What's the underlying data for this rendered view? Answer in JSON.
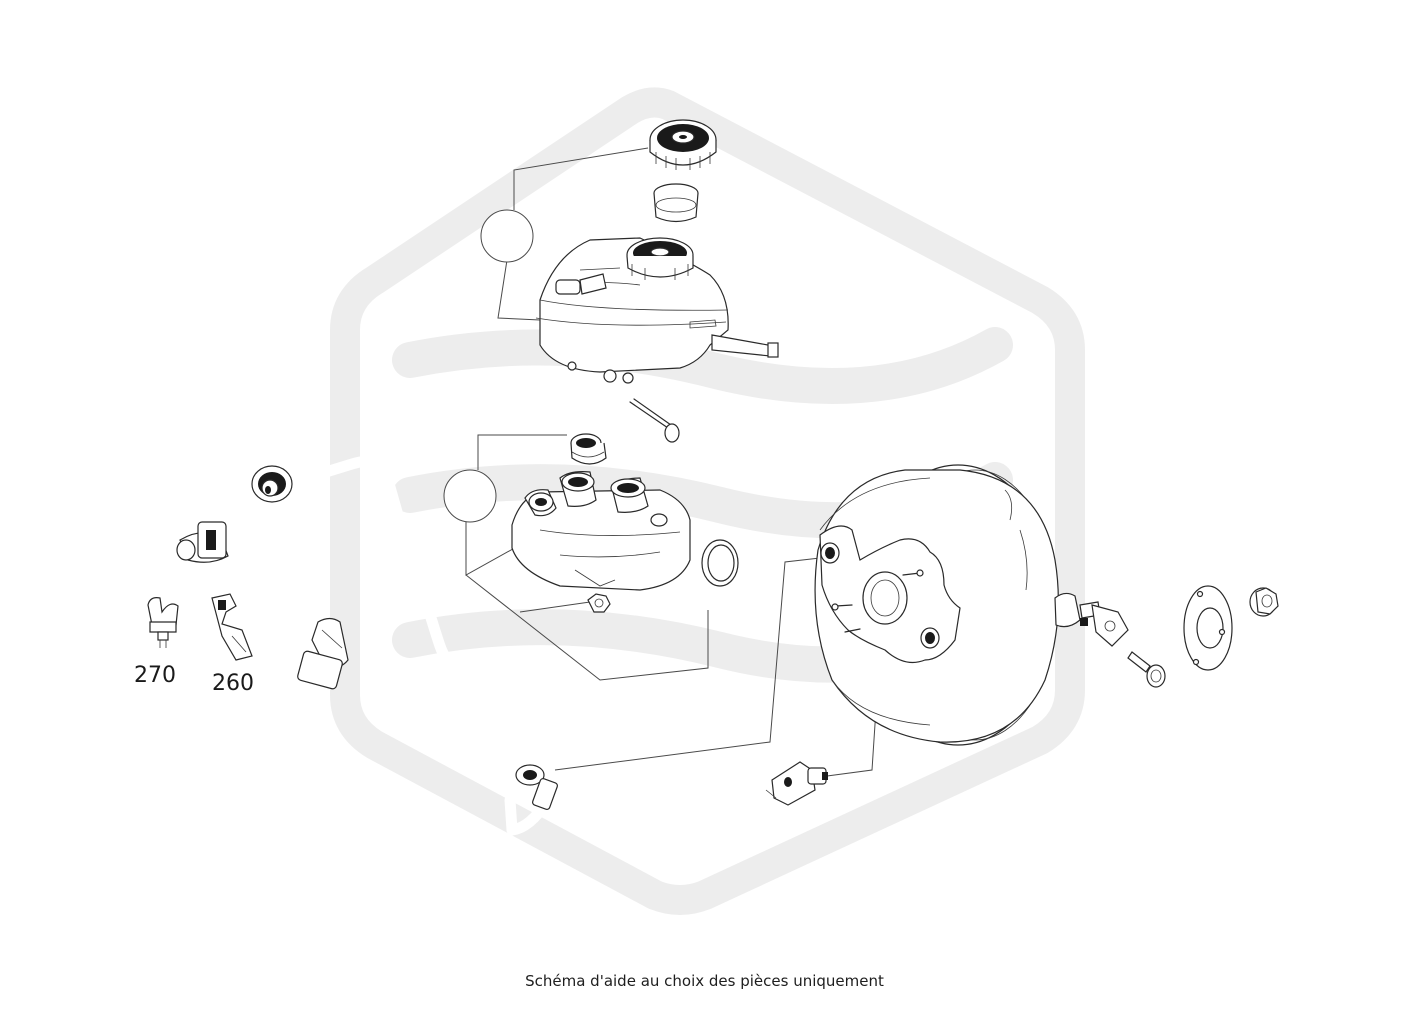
{
  "labels": {
    "part_270": "270",
    "part_260": "260"
  },
  "caption": "Schéma d'aide au choix des pièces uniquement",
  "colors": {
    "background": "#ffffff",
    "line_art": "#2a2a2a",
    "watermark": "#ededed"
  }
}
